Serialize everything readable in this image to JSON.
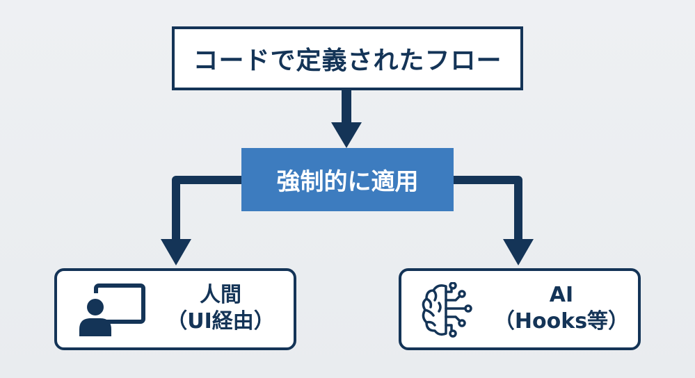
{
  "diagram": {
    "top": {
      "label": "コードで定義されたフロー"
    },
    "middle": {
      "label": "強制的に適用"
    },
    "leaves": [
      {
        "title": "人間",
        "subtitle": "（UI経由）",
        "icon": "person-at-screen-icon"
      },
      {
        "title": "AI",
        "subtitle": "（Hooks等）",
        "icon": "brain-circuit-icon"
      }
    ],
    "colors": {
      "dark_navy": "#143457",
      "accent_blue": "#3d7cbf",
      "background": "#eceef1",
      "box_fill": "#ffffff"
    }
  }
}
